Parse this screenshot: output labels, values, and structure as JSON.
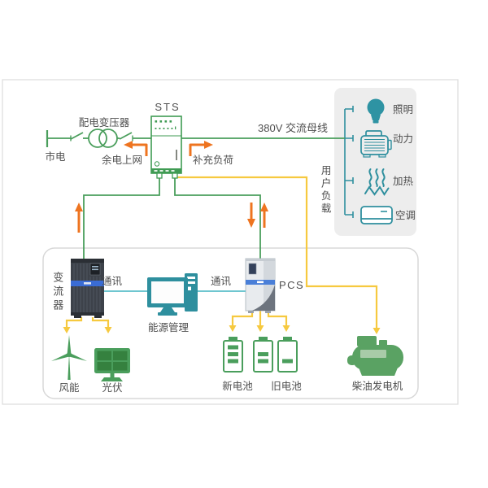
{
  "diagram": {
    "grid_section": {
      "mains": "市电",
      "transformer": "配电变压器",
      "sts": "STS",
      "surplus_to_grid": "余电上网",
      "supplement_load": "补充负荷",
      "ac_bus": "380V 交流母线"
    },
    "user_loads": {
      "title": "用户负载",
      "items": [
        {
          "label": "照明",
          "icon": "lightbulb-icon"
        },
        {
          "label": "动力",
          "icon": "motor-icon"
        },
        {
          "label": "加热",
          "icon": "heating-icon"
        },
        {
          "label": "空调",
          "icon": "air-conditioner-icon"
        }
      ]
    },
    "microgrid": {
      "converter": "变流器",
      "comm": "通讯",
      "ems": "能源管理",
      "pcs": "PCS",
      "wind": "风能",
      "pv": "光伏",
      "battery_new": "新电池",
      "battery_old": "旧电池",
      "diesel": "柴油发电机"
    },
    "colors": {
      "line_green": "#4a9e5c",
      "device_green": "#3f9b53",
      "load_teal": "#2e8f9e",
      "comm_blue": "#6fc6d0",
      "arrow_orange": "#ee7420",
      "line_yellow": "#f6c93f",
      "stripe_blue": "#3a6cd4",
      "cabinet_dark": "#3d424a",
      "panel_gray": "#ededed",
      "text_gray": "#4f4f4f"
    }
  }
}
